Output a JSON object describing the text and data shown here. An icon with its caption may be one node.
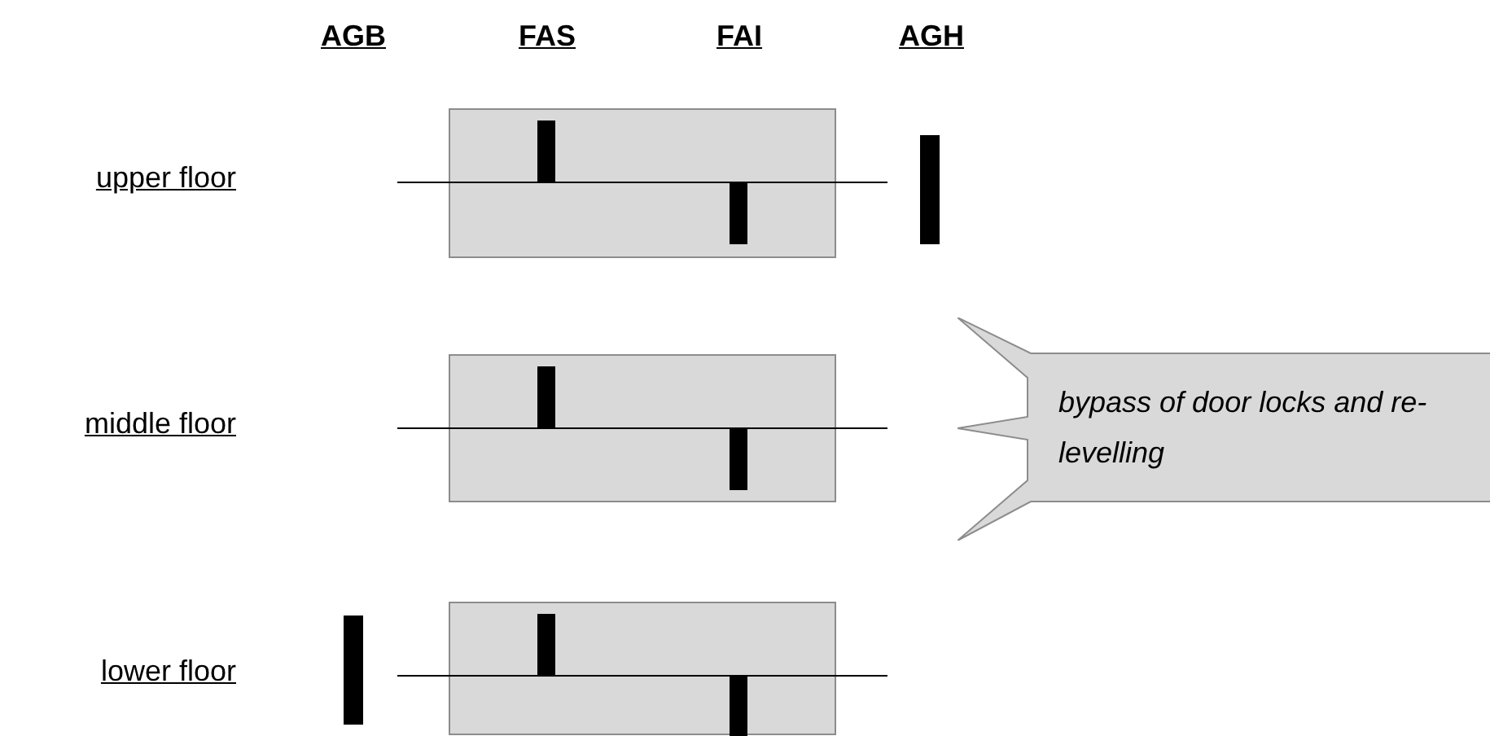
{
  "diagram": {
    "nodes": [
      {
        "text": [
          "bypass of door locks and re-levelling"
        ]
      }
    ],
    "labels": [
      "AGB",
      "FAS",
      "FAI",
      "AGH",
      "upper floor",
      "middle floor",
      "lower floor"
    ]
  }
}
